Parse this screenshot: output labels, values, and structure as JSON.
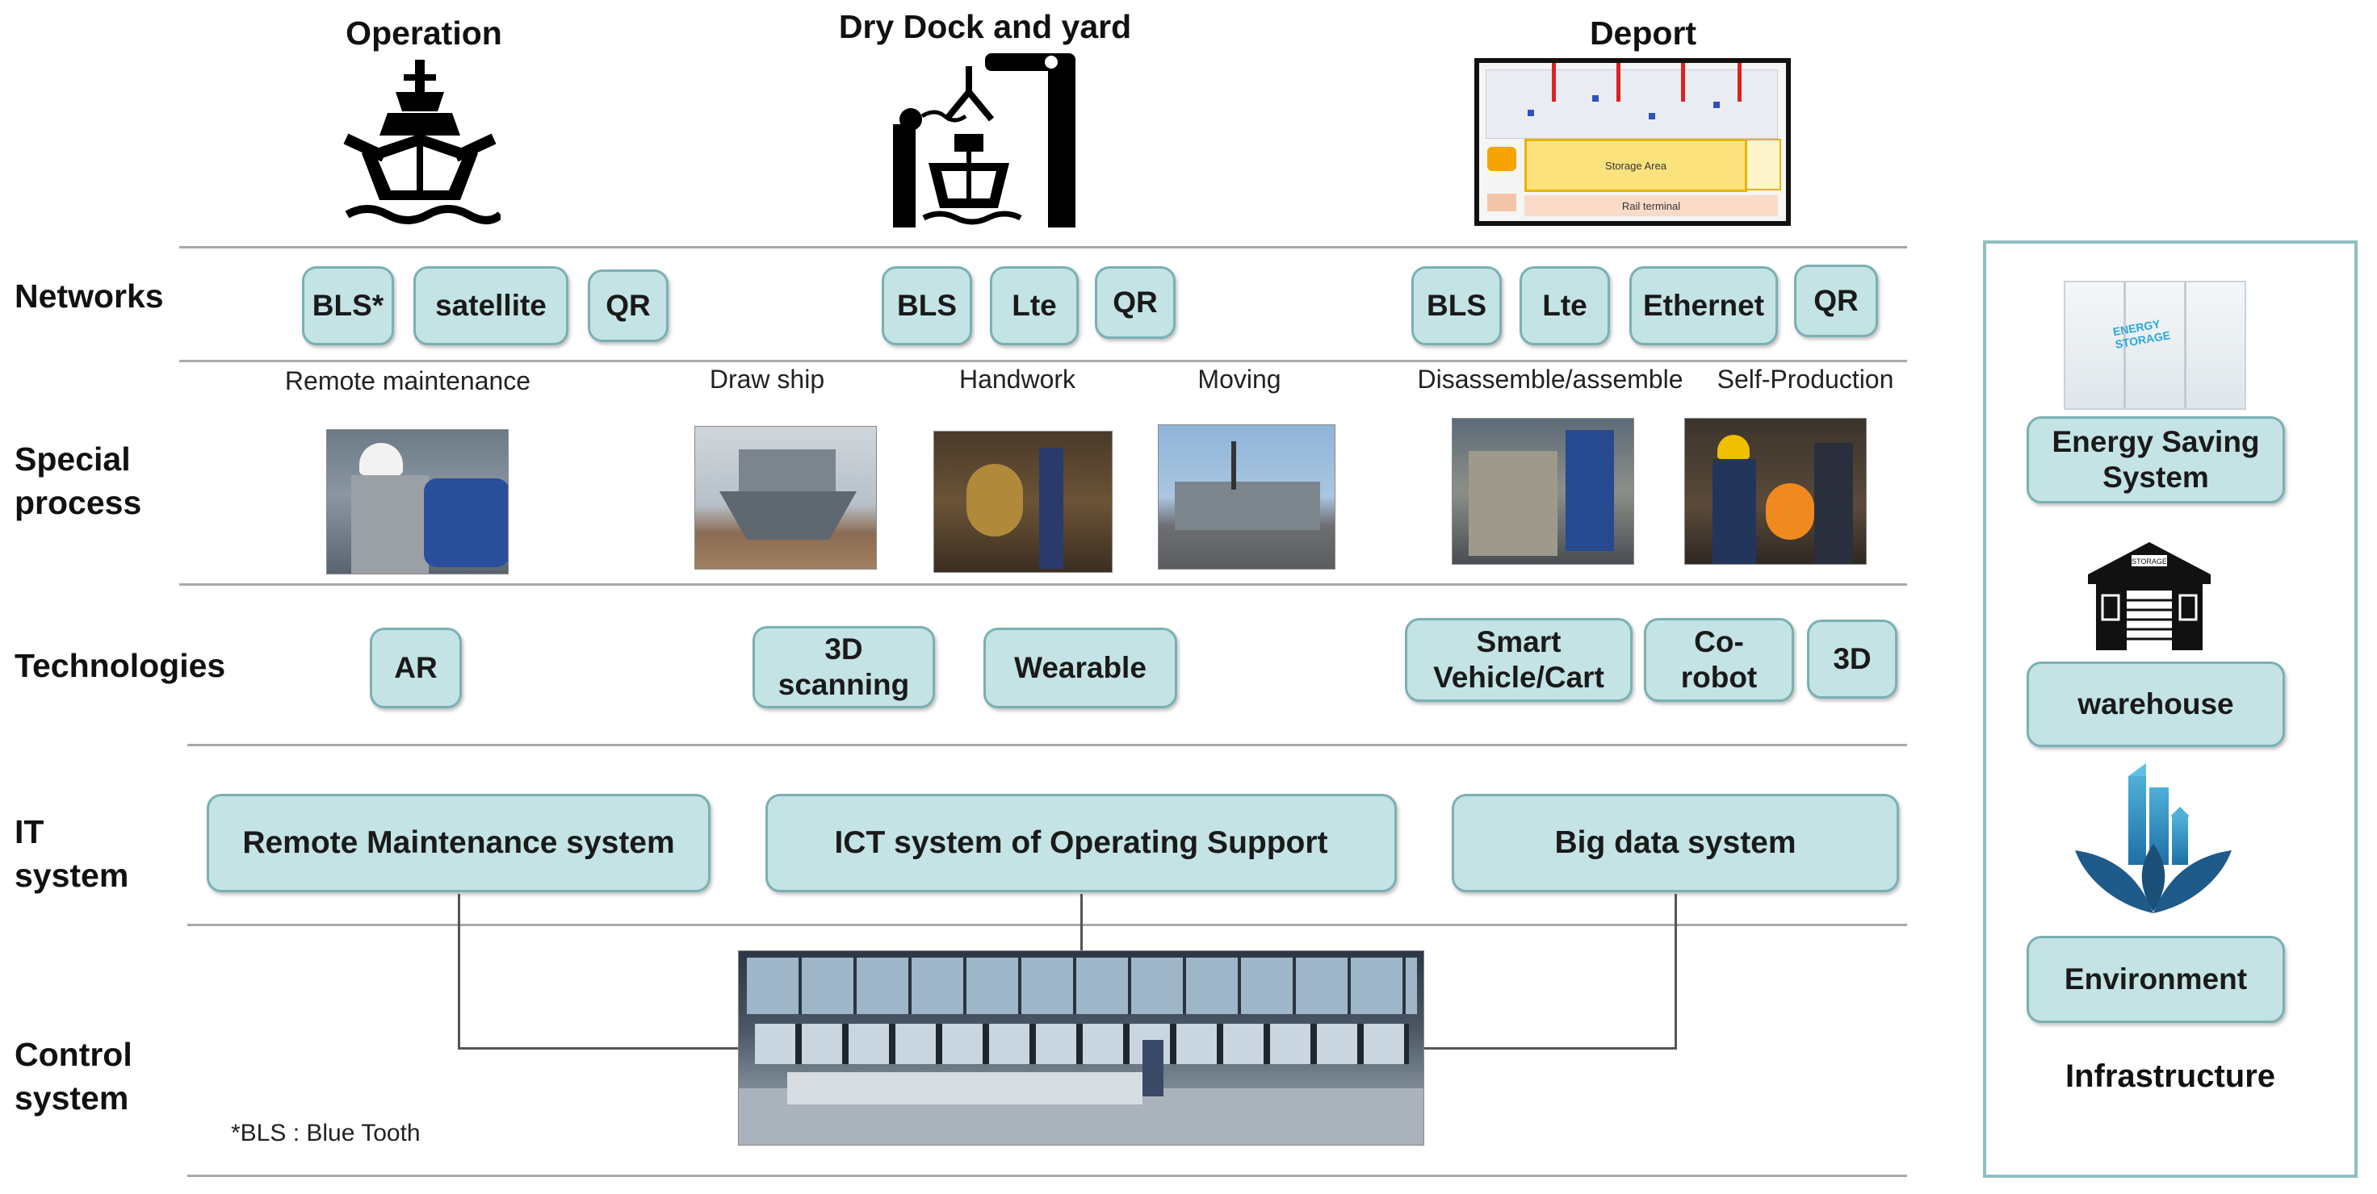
{
  "columns": {
    "operation": "Operation",
    "drydock": "Dry Dock and yard",
    "deport": "Deport"
  },
  "rows": {
    "networks": "Networks",
    "special_process_line1": "Special",
    "special_process_line2": "process",
    "technologies": "Technologies",
    "it_line1": "IT",
    "it_line2": "system",
    "control_line1": "Control",
    "control_line2": "system"
  },
  "networks": {
    "operation": [
      "BLS*",
      "satellite",
      "QR"
    ],
    "drydock": [
      "BLS",
      "Lte",
      "QR"
    ],
    "deport": [
      "BLS",
      "Lte",
      "Ethernet",
      "QR"
    ]
  },
  "special_process": {
    "captions": [
      "Remote maintenance",
      "Draw ship",
      "Handwork",
      "Moving",
      "Disassemble/assemble",
      "Self-Production"
    ]
  },
  "technologies": {
    "ar": "AR",
    "scanning_line1": "3D",
    "scanning_line2": "scanning",
    "wearable": "Wearable",
    "smart_line1": "Smart",
    "smart_line2": "Vehicle/Cart",
    "corobot_line1": "Co-",
    "corobot_line2": "robot",
    "d3": "3D"
  },
  "it_systems": [
    "Remote Maintenance system",
    "ICT system of Operating Support",
    "Big data system"
  ],
  "footnote": "*BLS : Blue Tooth",
  "infrastructure": {
    "energy_line1": "Energy Saving",
    "energy_line2": "System",
    "energy_box_text": "ENERGY STORAGE",
    "warehouse": "warehouse",
    "warehouse_sign": "STORAGE",
    "environment": "Environment",
    "title": "Infrastructure"
  },
  "deport_map": {
    "storage": "Storage Area",
    "rail": "Rail terminal"
  },
  "colors": {
    "pill_fill": "#c4e3e4",
    "pill_border": "#7ab0b4",
    "divider": "#a9a9a9",
    "infra_border": "#8fbfc2",
    "env_blue": "#1e5a8a"
  }
}
